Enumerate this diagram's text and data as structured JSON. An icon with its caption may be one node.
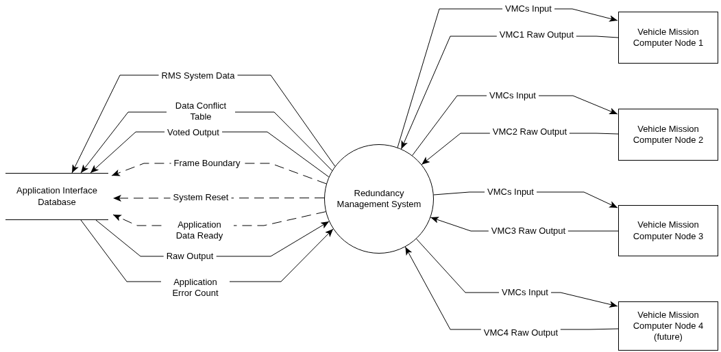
{
  "diagram": {
    "nodes": [
      {
        "text": [
          "Application Interface Database"
        ]
      },
      {
        "text": [
          "Redundancy Management System"
        ]
      },
      {
        "text": [
          "Vehicle Mission Computer Node 1"
        ]
      },
      {
        "text": [
          "Vehicle Mission Computer Node 2"
        ]
      },
      {
        "text": [
          "Vehicle Mission Computer Node 3"
        ]
      },
      {
        "text": [
          "Vehicle Mission Computer Node 4 (future)"
        ]
      }
    ],
    "edges": [
      {
        "from": 1,
        "to": 0,
        "arrow": "to",
        "label": "RMS System Data"
      },
      {
        "from": 1,
        "to": 0,
        "arrow": "to",
        "label": "Data Conflict Table"
      },
      {
        "from": 1,
        "to": 0,
        "arrow": "to",
        "label": "Voted Output"
      },
      {
        "from": 1,
        "to": 0,
        "arrow": "to",
        "label": "Frame Boundary",
        "style": "dashed"
      },
      {
        "from": 1,
        "to": 0,
        "arrow": "to",
        "label": "System Reset",
        "style": "dashed"
      },
      {
        "from": 1,
        "to": 0,
        "arrow": "to",
        "label": "Application Data Ready",
        "style": "dashed"
      },
      {
        "from": 0,
        "to": 1,
        "arrow": "to",
        "label": "Raw Output"
      },
      {
        "from": 0,
        "to": 1,
        "arrow": "to",
        "label": "Application Error Count"
      },
      {
        "from": 1,
        "to": 2,
        "arrow": "to",
        "label": "VMCs Input"
      },
      {
        "from": 2,
        "to": 1,
        "arrow": "to",
        "label": "VMC1 Raw Output"
      },
      {
        "from": 1,
        "to": 3,
        "arrow": "to",
        "label": "VMCs Input"
      },
      {
        "from": 3,
        "to": 1,
        "arrow": "to",
        "label": "VMC2 Raw Output"
      },
      {
        "from": 1,
        "to": 4,
        "arrow": "to",
        "label": "VMCs Input"
      },
      {
        "from": 4,
        "to": 1,
        "arrow": "to",
        "label": "VMC3 Raw Output"
      },
      {
        "from": 1,
        "to": 5,
        "arrow": "to",
        "label": "VMCs Input"
      },
      {
        "from": 5,
        "to": 1,
        "arrow": "to",
        "label": "VMC4 Raw Output"
      }
    ]
  }
}
